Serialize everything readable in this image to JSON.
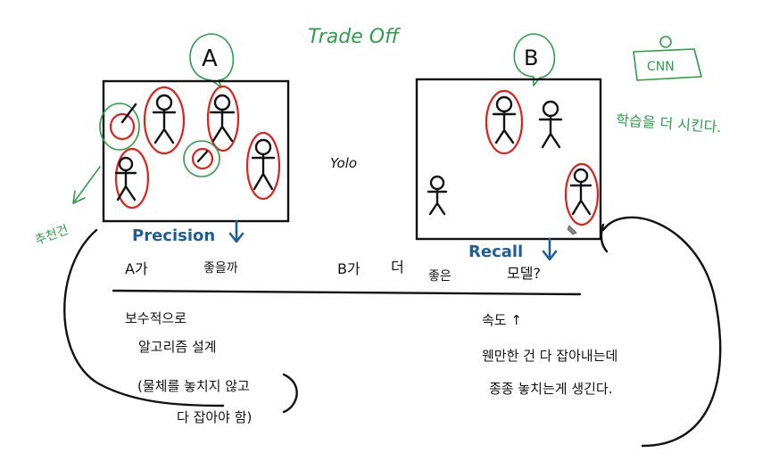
{
  "board": {
    "title": "Trade Off",
    "panel_a": {
      "label": "A",
      "metric": "Precision",
      "arrow": "↓",
      "side_note": "추천건"
    },
    "panel_b": {
      "label": "B",
      "metric": "Recall",
      "arrow": "↓"
    },
    "middle_note": "Yolo",
    "cnn_note": "CNN",
    "train_note": "학습을 더 시킨다.",
    "question_line": {
      "a_text": "A가",
      "a_good": "좋을까",
      "b_text": "B가",
      "more": "더",
      "good": "좋은",
      "model": "모델?"
    },
    "notes_left": [
      "보수적으로",
      "알고리즘 설계",
      "(물체를 놓치지 않고",
      "다 잡아야 함)"
    ],
    "notes_right": [
      "속도 ↑",
      "웬만한 건 다 잡아내는데",
      "종종 놓치는게 생긴다."
    ]
  },
  "colors": {
    "ink": "#111111",
    "highlight": "#e0201b",
    "annotation": "#2e9e4a",
    "metric": "#1f5f99"
  }
}
